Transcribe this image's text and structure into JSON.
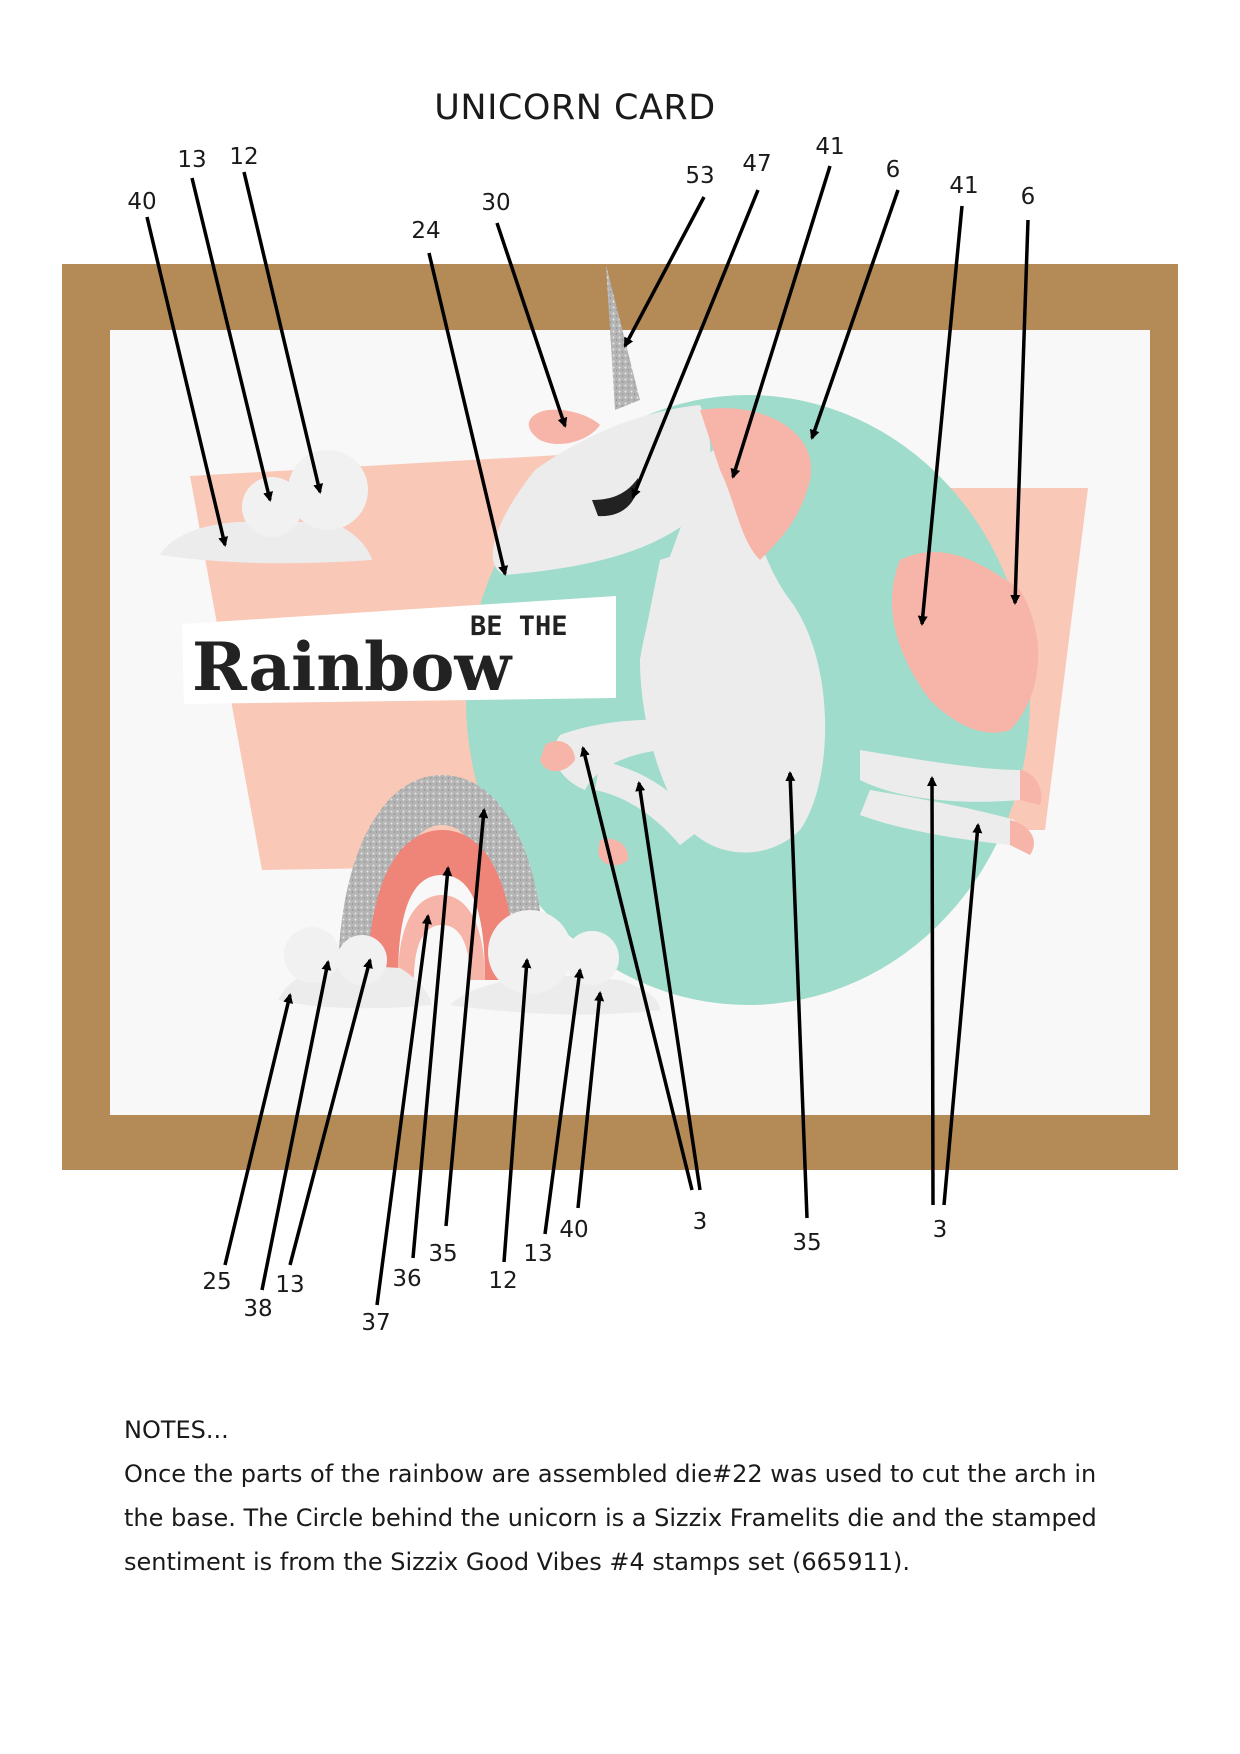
{
  "document": {
    "title": "UNICORN CARD"
  },
  "sentiment": {
    "line1": "BE THE",
    "line2": "Rainbow"
  },
  "callouts": {
    "top": [
      "40",
      "13",
      "12",
      "24",
      "30",
      "53",
      "47",
      "41",
      "6",
      "41",
      "6"
    ],
    "bottom": [
      "25",
      "38",
      "13",
      "37",
      "36",
      "35",
      "12",
      "13",
      "40",
      "3",
      "35",
      "3"
    ]
  },
  "notes": {
    "heading": "NOTES...",
    "body": "Once the parts of the rainbow are assembled die#22 was used to cut the arch in the base. The Circle behind the unicorn is a Sizzix Framelits die and the stamped senti­ment is from the Sizzix Good Vibes #4 stamps set (665911)."
  },
  "colors": {
    "kraft": "#b48a57",
    "card": "#fafafa",
    "peach": "#f9c8b6",
    "mint": "#9fdccb",
    "silver": "#b9b9b9",
    "coral": "#ef8478",
    "light_pink": "#f6b5a8"
  }
}
